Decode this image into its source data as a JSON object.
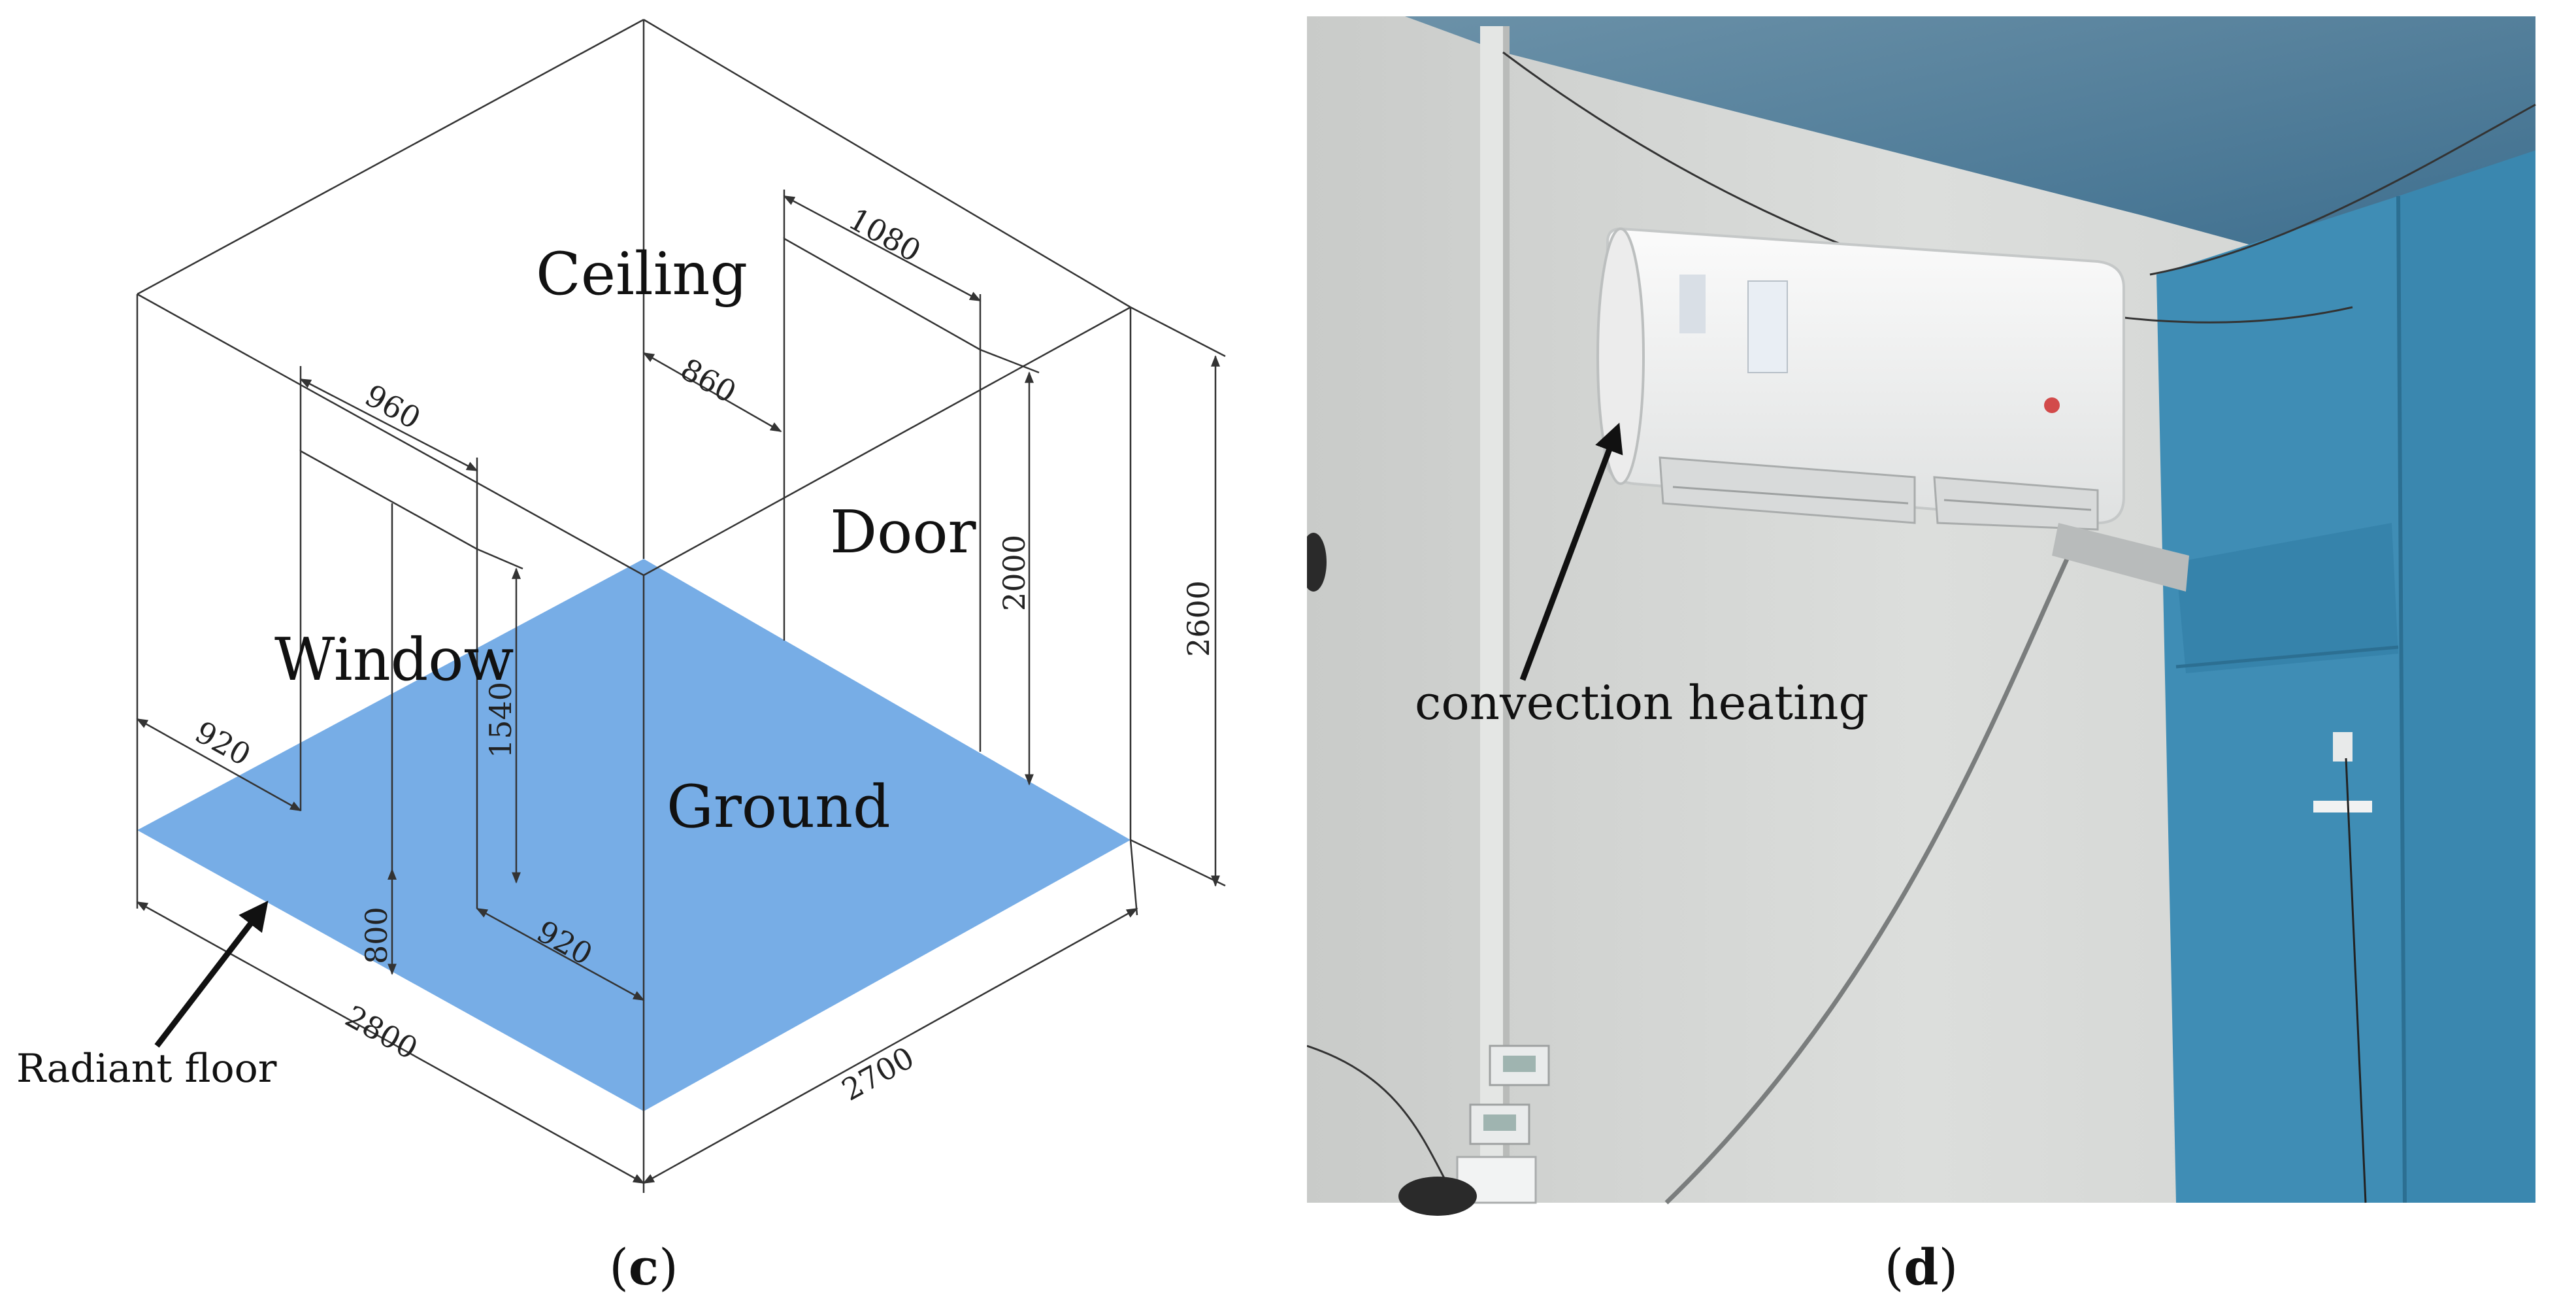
{
  "figure": {
    "panel_c": {
      "caption_letter": "c",
      "labels": {
        "ceiling": "Ceiling",
        "door": "Door",
        "window": "Window",
        "ground": "Ground",
        "radiant_floor": "Radiant floor"
      },
      "dimensions": {
        "door_width": "1080",
        "door_offset": "860",
        "door_height": "2000",
        "room_height": "2600",
        "window_width": "960",
        "window_height": "1540",
        "window_left_offset": "920",
        "window_sill": "800",
        "window_right_offset": "920",
        "room_length": "2800",
        "room_width": "2700"
      },
      "colors": {
        "floor": "#77ade6",
        "lines": "#333333"
      }
    },
    "panel_d": {
      "caption_letter": "d",
      "annotation": "convection heating",
      "colors": {
        "wall": "#d4d6d4",
        "ceiling": "#4a7896",
        "insulation": "#3f8db5",
        "ac_unit": "#f3f4f4"
      }
    }
  }
}
